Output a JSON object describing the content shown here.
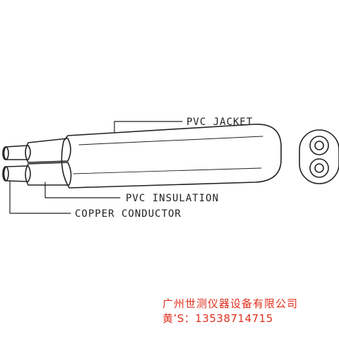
{
  "labels": {
    "jacket": "PVC JACKET",
    "insulation": "PVC INSULATION",
    "conductor": "COPPER CONDUCTOR"
  },
  "watermark": {
    "company": "广州世测仪器设备有限公司",
    "phone": "黄’S：13538714715"
  },
  "colors": {
    "line": "#222222",
    "watermark": "#e0301e",
    "background": "#ffffff"
  }
}
